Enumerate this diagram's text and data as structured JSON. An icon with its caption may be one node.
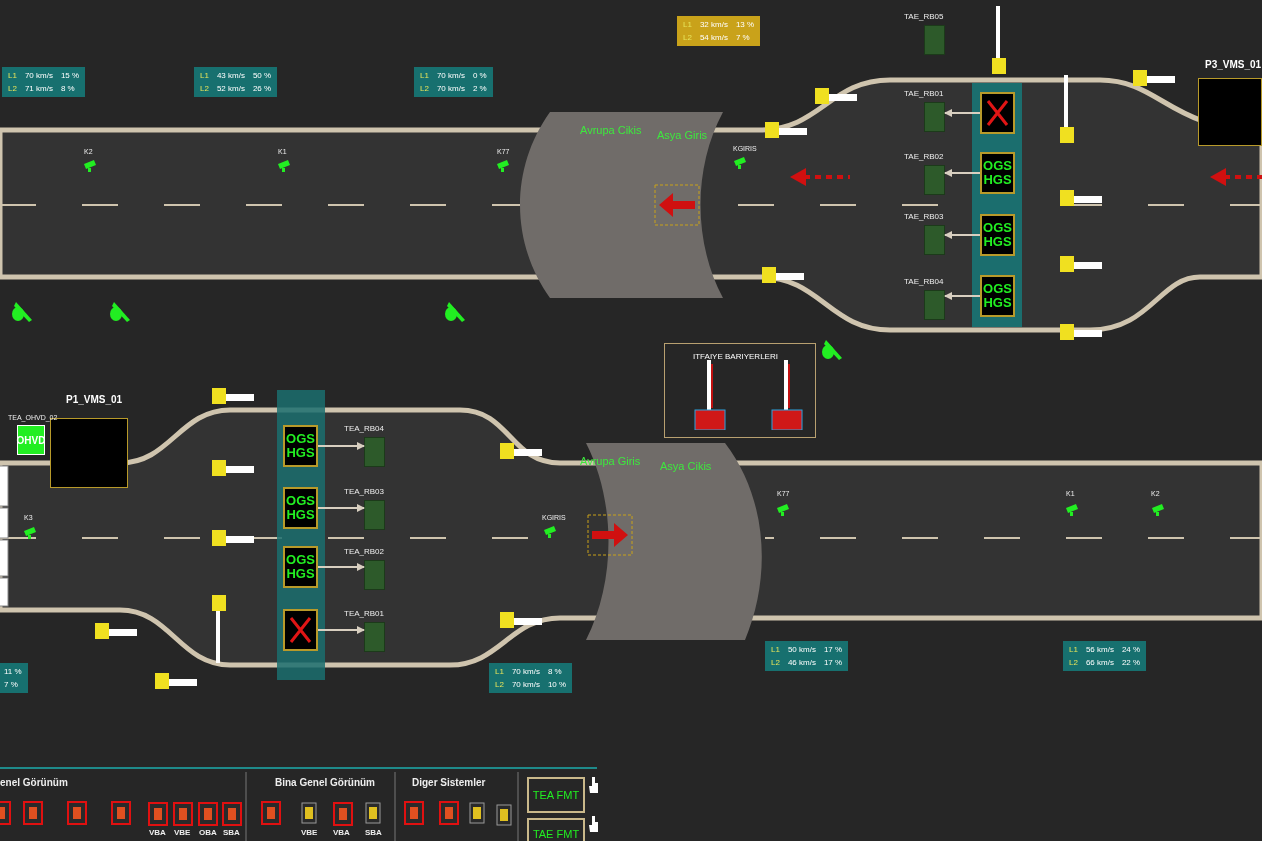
{
  "diagram": {
    "nodes": [
      {
        "text": [
          "L1",
          "70 km/s",
          "15 %",
          "L2",
          "71 km/s",
          "8 %"
        ]
      },
      {
        "text": [
          "L1",
          "43 km/s",
          "50 %",
          "L2",
          "52 km/s",
          "26 %"
        ]
      },
      {
        "text": [
          "L1",
          "70 km/s",
          "0 %",
          "L2",
          "70 km/s",
          "2 %"
        ]
      },
      {
        "text": [
          "L1",
          "32 km/s",
          "13 %",
          "L2",
          "54 km/s",
          "7 %"
        ]
      },
      {
        "text": [
          "11 %",
          "7 %"
        ]
      },
      {
        "text": [
          "L1",
          "70 km/s",
          "8 %",
          "L2",
          "70 km/s",
          "10 %"
        ]
      },
      {
        "text": [
          "L1",
          "50 km/s",
          "17 %",
          "L2",
          "46 km/s",
          "17 %"
        ]
      },
      {
        "text": [
          "L1",
          "56 km/s",
          "24 %",
          "L2",
          "66 km/s",
          "22 %"
        ]
      },
      {
        "text": [
          "Avrupa Cikis",
          "Asya Giris"
        ]
      },
      {
        "text": [
          "Avrupa Giris",
          "Asya Cikis"
        ]
      },
      {
        "text": [
          "P3_VMS_01"
        ]
      },
      {
        "text": [
          "P1_VMS_01"
        ]
      },
      {
        "text": [
          "OHVD"
        ]
      },
      {
        "text": [],
        "shape": "box"
      },
      {
        "text": [
          "OGS HGS"
        ]
      },
      {
        "text": [
          "OGS HGS"
        ]
      },
      {
        "text": [
          "OGS HGS"
        ]
      },
      {
        "text": [
          "TAE_RB05"
        ]
      },
      {
        "text": [
          "TAE_RB01"
        ]
      },
      {
        "text": [
          "TAE_RB02"
        ]
      },
      {
        "text": [
          "TAE_RB03"
        ]
      },
      {
        "text": [
          "TAE_RB04"
        ]
      },
      {
        "text": [
          "OGS HGS"
        ]
      },
      {
        "text": [
          "OGS HGS"
        ]
      },
      {
        "text": [
          "OGS HGS"
        ]
      },
      {
        "text": [],
        "shape": "box"
      },
      {
        "text": [
          "TEA_RB04"
        ]
      },
      {
        "text": [
          "TEA_RB03"
        ]
      },
      {
        "text": [
          "TEA_RB02"
        ]
      },
      {
        "text": [
          "TEA_RB01"
        ]
      },
      {
        "text": [
          "ITFAIYE BARIYERLERI"
        ]
      },
      {
        "text": [
          "TEA FMT"
        ]
      },
      {
        "text": [
          "TAE FMT"
        ]
      }
    ],
    "edges": [
      {
        "from": 13,
        "to": 18,
        "arrow": "to"
      },
      {
        "from": 14,
        "to": 19,
        "arrow": "to"
      },
      {
        "from": 15,
        "to": 20,
        "arrow": "to"
      },
      {
        "from": 16,
        "to": 21,
        "arrow": "to"
      },
      {
        "from": 22,
        "to": 26,
        "arrow": "to"
      },
      {
        "from": 23,
        "to": 27,
        "arrow": "to"
      },
      {
        "from": 24,
        "to": 28,
        "arrow": "to"
      },
      {
        "from": 25,
        "to": 29,
        "arrow": "to"
      }
    ],
    "labels": [
      "K2",
      "K1",
      "K77",
      "KGIRIS",
      "K3",
      "KGIRIS",
      "K77",
      "K1",
      "K2",
      "enel Görünüm",
      "Bina Genel Görünüm",
      "Diger Sistemler",
      "VBA",
      "VBE",
      "OBA",
      "SBA",
      "VBE",
      "VBA",
      "SBA",
      "TEA_OHVD_02"
    ]
  }
}
